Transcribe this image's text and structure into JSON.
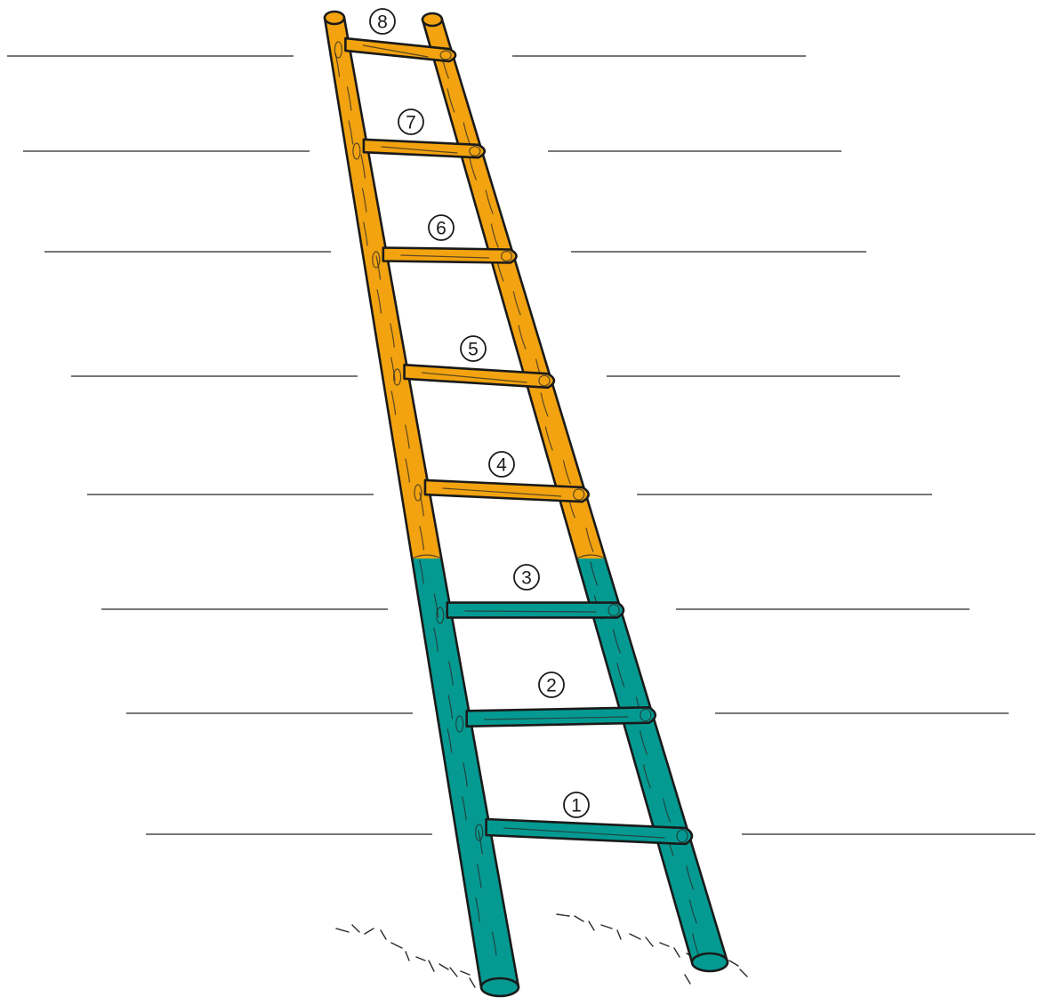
{
  "colors": {
    "upper_wood": "#f2a30f",
    "lower_wood": "#049a91",
    "outline": "#1a1a1a",
    "write_line": "#4a4a4a"
  },
  "rungs": [
    {
      "number": "1",
      "section": "lower"
    },
    {
      "number": "2",
      "section": "lower"
    },
    {
      "number": "3",
      "section": "lower"
    },
    {
      "number": "4",
      "section": "upper"
    },
    {
      "number": "5",
      "section": "upper"
    },
    {
      "number": "6",
      "section": "upper"
    },
    {
      "number": "7",
      "section": "upper"
    },
    {
      "number": "8",
      "section": "upper"
    }
  ],
  "answer_lines": [
    {
      "rung": "8",
      "left": "",
      "right": ""
    },
    {
      "rung": "7",
      "left": "",
      "right": ""
    },
    {
      "rung": "6",
      "left": "",
      "right": ""
    },
    {
      "rung": "5",
      "left": "",
      "right": ""
    },
    {
      "rung": "4",
      "left": "",
      "right": ""
    },
    {
      "rung": "3",
      "left": "",
      "right": ""
    },
    {
      "rung": "2",
      "left": "",
      "right": ""
    },
    {
      "rung": "1",
      "left": "",
      "right": ""
    }
  ]
}
